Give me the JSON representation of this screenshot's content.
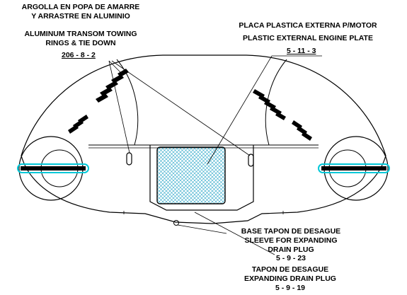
{
  "labels": {
    "towing": {
      "es_line1": "ARGOLLA EN POPA DE AMARRE",
      "es_line2": "Y ARRASTRE EN ALUMINIO",
      "en_line1": "ALUMINUM TRANSOM TOWING",
      "en_line2": "RINGS & TIE DOWN",
      "code": "206 - 8 - 2"
    },
    "engine_plate": {
      "es_line": "PLACA PLASTICA EXTERNA P/MOTOR",
      "en_line": "PLASTIC EXTERNAL ENGINE PLATE",
      "code": "5 - 11 - 3"
    },
    "drain_sleeve": {
      "es_line": "BASE TAPON DE DESAGUE",
      "en_line1": "SLEEVE FOR EXPANDING",
      "en_line2": "DRAIN PLUG",
      "code": "5 - 9 - 23"
    },
    "drain_plug": {
      "es_line": "TAPON DE  DESAGUE",
      "en_line": "EXPANDING DRAIN PLUG",
      "code": "5 - 9 - 19"
    }
  },
  "colors": {
    "line": "#000000",
    "accent": "#00c8d8",
    "mesh": "#2aa6c8"
  }
}
